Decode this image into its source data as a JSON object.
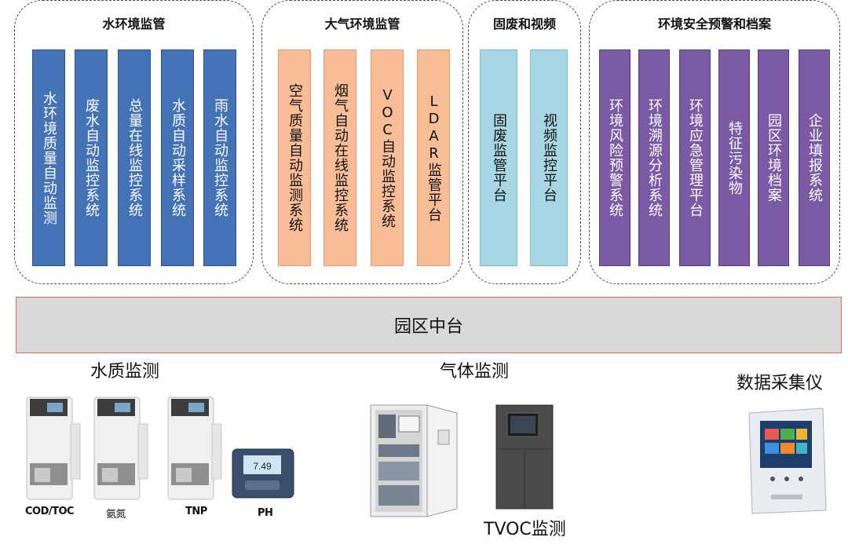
{
  "groups": [
    {
      "title": "水环境监管",
      "color": "#4472b7",
      "items": [
        "水环境质量自动监测",
        "废水自动监控系统",
        "总量在线监控系统",
        "水质自动采样系统",
        "雨水自动监控系统"
      ]
    },
    {
      "title": "大气环境监管",
      "color": "#f8bd97",
      "items": [
        "空气质量自动监测系统",
        "烟气自动在线监控系统",
        "VOC自动监控系统",
        "LDAR监管平台"
      ]
    },
    {
      "title": "固废和视频",
      "color": "#a7d6e4",
      "items": [
        "固废监管平台",
        "视频监控平台"
      ]
    },
    {
      "title": "环境安全预警和档案",
      "color": "#7b5aa5",
      "items": [
        "环境风险预警系统",
        "环境溯源分析系统",
        "环境应急管理平台",
        "特征污染物",
        "园区环境档案",
        "企业填报系统"
      ]
    }
  ],
  "platform": {
    "label": "园区中台"
  },
  "water": {
    "title": "水质监测",
    "devices": [
      "COD/TOC",
      "氨氮",
      "TNP",
      "PH"
    ],
    "ph_display": "7.49"
  },
  "gas": {
    "title": "气体监测",
    "tvoc_label": "TVOC监测"
  },
  "collector": {
    "title": "数据采集仪"
  }
}
